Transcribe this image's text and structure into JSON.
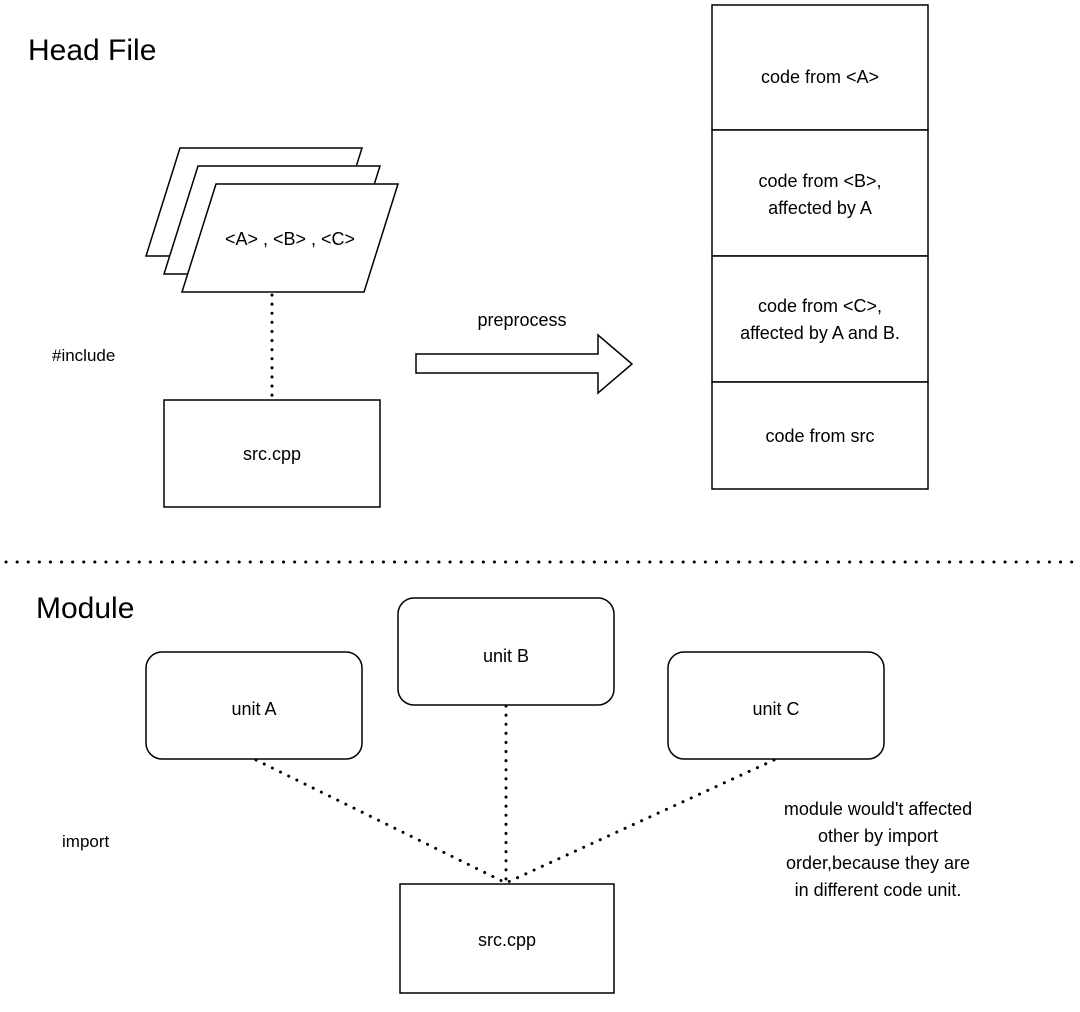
{
  "head_file": {
    "title": "Head File",
    "headers_label": "<A> , <B> , <C>",
    "include_label": "#include",
    "src_label": "src.cpp",
    "arrow_label": "preprocess",
    "output_blocks": [
      {
        "lines": [
          "code from <A>"
        ]
      },
      {
        "lines": [
          "code from <B>,",
          "affected by A"
        ]
      },
      {
        "lines": [
          "code from <C>,",
          "affected by A and B."
        ]
      },
      {
        "lines": [
          "code from src"
        ]
      }
    ]
  },
  "module": {
    "title": "Module",
    "unit_a": "unit A",
    "unit_b": "unit B",
    "unit_c": "unit C",
    "import_label": "import",
    "src_label": "src.cpp",
    "note_lines": [
      "module would't affected",
      "other by import",
      "order,because they are",
      "in different code unit."
    ]
  }
}
